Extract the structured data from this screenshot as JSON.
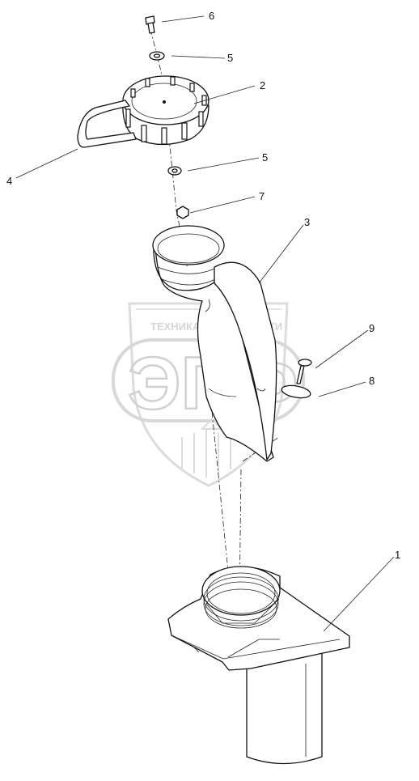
{
  "watermark": {
    "top_text": "ТЕХНИКА",
    "top_text_right": "ЗАПЧАСТИ",
    "big_text": "ЭПФ"
  },
  "callouts": [
    {
      "id": "6",
      "text": "6"
    },
    {
      "id": "5a",
      "text": "5"
    },
    {
      "id": "2",
      "text": "2"
    },
    {
      "id": "4",
      "text": "4"
    },
    {
      "id": "5b",
      "text": "5"
    },
    {
      "id": "7",
      "text": "7"
    },
    {
      "id": "3",
      "text": "3"
    },
    {
      "id": "9",
      "text": "9"
    },
    {
      "id": "8",
      "text": "8"
    },
    {
      "id": "1",
      "text": "1"
    }
  ]
}
